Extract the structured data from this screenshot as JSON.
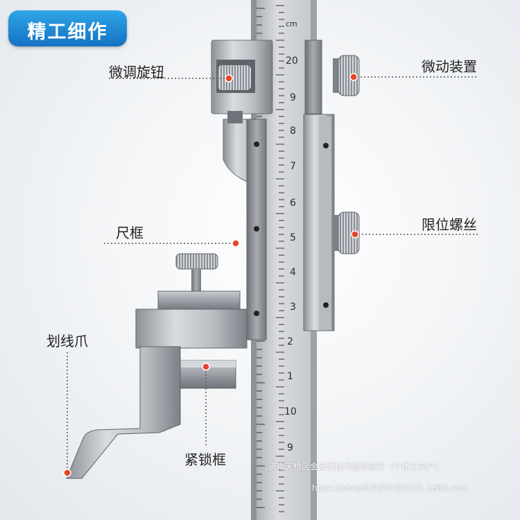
{
  "badge": {
    "label": "精工细作"
  },
  "callouts": {
    "fine_adjust_knob": "微调旋钮",
    "micro_motion_device": "微动装置",
    "scale_frame": "尺框",
    "limit_screw": "限位螺丝",
    "scribing_claw": "划线爪",
    "locking_frame": "紧锁框"
  },
  "ruler": {
    "unit": "cm",
    "marks": [
      "20",
      "9",
      "8",
      "7",
      "6",
      "5",
      "4",
      "3",
      "2",
      "1",
      "10",
      "9"
    ]
  },
  "watermark": {
    "shop": "济南天桥区金禾晟技术服务商行（个体工商户）",
    "url": "https://shop8t0tj04490201.1688.com"
  },
  "colors": {
    "badge": "#1a8ad6",
    "dot": "#e8442a",
    "leader": "#555555"
  }
}
